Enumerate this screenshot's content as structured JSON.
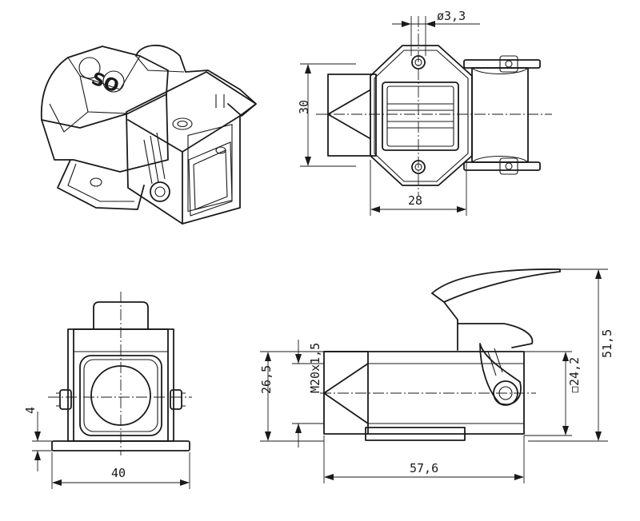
{
  "dimensions": {
    "hole_diameter": "ø3,3",
    "height_30": "30",
    "width_28": "28",
    "flange_4": "4",
    "width_40": "40",
    "height_26_5": "26,5",
    "thread_m20": "M20x1,5",
    "size_24_2": "◻24,2",
    "length_57_6": "57,6",
    "height_51_5": "51,5"
  },
  "logo": {
    "text": "SO"
  }
}
